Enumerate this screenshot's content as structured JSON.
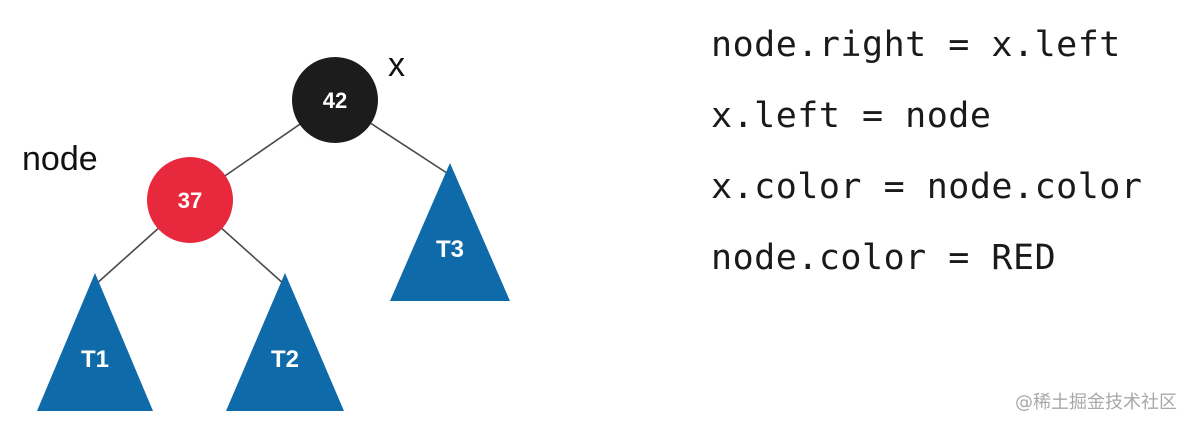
{
  "colors": {
    "black_node": "#1c1c1c",
    "red_node": "#e8283d",
    "subtree": "#0e6aa8",
    "edge": "#4a4a4a"
  },
  "tree": {
    "root": {
      "value": "42",
      "color": "black"
    },
    "left_child": {
      "value": "37",
      "color": "red"
    },
    "subtrees": [
      "T1",
      "T2",
      "T3"
    ]
  },
  "labels": {
    "x": "x",
    "node": "node"
  },
  "code_lines": [
    "node.right = x.left",
    "x.left = node",
    "x.color = node.color",
    "node.color = RED"
  ],
  "watermark": "@稀土掘金技术社区"
}
